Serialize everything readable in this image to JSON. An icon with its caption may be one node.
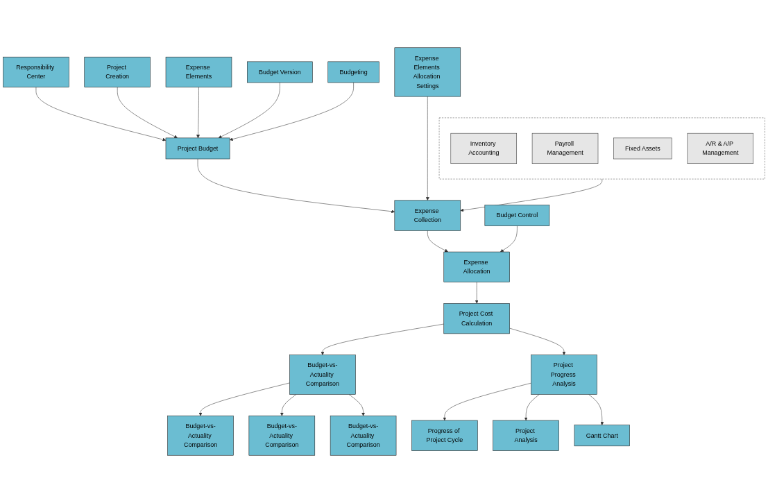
{
  "diagram": {
    "nodes": [
      {
        "text": [
          "Responsibility Center"
        ]
      },
      {
        "text": [
          "Project Creation"
        ]
      },
      {
        "text": [
          "Expense Elements"
        ]
      },
      {
        "text": [
          "Budget Version"
        ]
      },
      {
        "text": [
          "Project Budget"
        ]
      },
      {
        "text": [
          "Budgeting"
        ]
      },
      {
        "text": [
          "Expense Elements Allocation Settings"
        ]
      },
      {
        "text": [
          "Expense Collection"
        ]
      },
      {
        "text": [],
        "shape": "box"
      },
      {
        "text": [
          "Inventory Accounting"
        ],
        "in": 8
      },
      {
        "text": [
          "Payroll Management"
        ],
        "in": 8
      },
      {
        "text": [
          "Fixed Assets"
        ],
        "in": 8
      },
      {
        "text": [
          "A/R & A/P Management"
        ],
        "in": 8
      },
      {
        "text": [
          "Budget Control"
        ]
      },
      {
        "text": [
          "Expense Allocation"
        ]
      },
      {
        "text": [
          "Budget-vs-Actuality Comparison"
        ]
      },
      {
        "text": [
          "Project Cost Calculation"
        ]
      },
      {
        "text": [
          "Project Progress Analysis"
        ]
      },
      {
        "text": [
          "Budget-vs-Actuality Comparison"
        ]
      },
      {
        "text": [
          "Budget-vs-Actuality Comparison"
        ]
      },
      {
        "text": [
          "Budget-vs-Actuality Comparison"
        ]
      },
      {
        "text": [
          "Progress of Project Cycle"
        ]
      },
      {
        "text": [
          "Project Analysis"
        ]
      },
      {
        "text": [
          "Gantt Chart"
        ]
      }
    ],
    "edges": [
      {
        "from": 0,
        "to": 4,
        "arrow": "to"
      },
      {
        "from": 1,
        "to": 4,
        "arrow": "to"
      },
      {
        "from": 2,
        "to": 4,
        "arrow": "to"
      },
      {
        "from": 3,
        "to": 4,
        "arrow": "to"
      },
      {
        "from": 5,
        "to": 4,
        "arrow": "to"
      },
      {
        "from": 4,
        "to": 7,
        "arrow": "to"
      },
      {
        "from": 6,
        "to": 7,
        "arrow": "to"
      },
      {
        "from": 8,
        "to": 7,
        "arrow": "to"
      },
      {
        "from": 7,
        "to": 14,
        "arrow": "to"
      },
      {
        "from": 13,
        "to": 14,
        "arrow": "to"
      },
      {
        "from": 14,
        "to": 16,
        "arrow": "to"
      },
      {
        "from": 16,
        "to": 15,
        "arrow": "to"
      },
      {
        "from": 16,
        "to": 17,
        "arrow": "to"
      },
      {
        "from": 15,
        "to": 18,
        "arrow": "to"
      },
      {
        "from": 15,
        "to": 19,
        "arrow": "to"
      },
      {
        "from": 15,
        "to": 20,
        "arrow": "to"
      },
      {
        "from": 17,
        "to": 21,
        "arrow": "to"
      },
      {
        "from": 17,
        "to": 22,
        "arrow": "to"
      },
      {
        "from": 17,
        "to": 23,
        "arrow": "to"
      }
    ]
  }
}
